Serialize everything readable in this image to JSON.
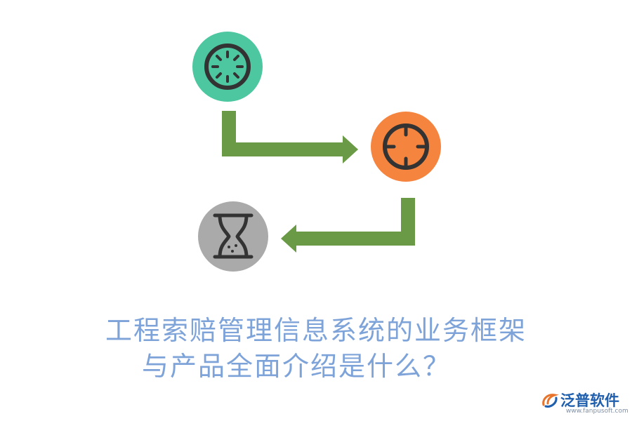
{
  "title": {
    "line1": "工程索赔管理信息系统的业务框架",
    "line2": "与产品全面介绍是什么？"
  },
  "logo": {
    "name": "泛普软件",
    "url": "www.fanpusoft.com"
  },
  "nodes": [
    {
      "id": "start",
      "icon": "loading-icon",
      "color": "#4dc7a0"
    },
    {
      "id": "target",
      "icon": "crosshair-icon",
      "color": "#f5843f"
    },
    {
      "id": "wait",
      "icon": "hourglass-icon",
      "color": "#aaaaaa"
    }
  ],
  "colors": {
    "arrow": "#6a9a45",
    "title": "#7ea3d9",
    "icon_stroke": "#333333"
  }
}
